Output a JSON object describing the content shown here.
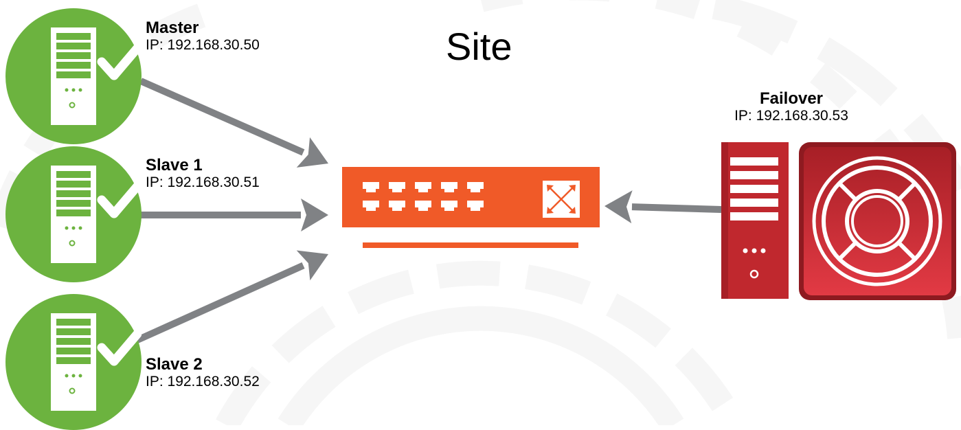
{
  "diagram": {
    "title": "Site",
    "colors": {
      "server_ok": "#6cb33f",
      "switch": "#f05a28",
      "failover": "#c0282e",
      "arrow": "#808285",
      "watermark": "#f6f6f6"
    },
    "nodes": [
      {
        "name": "Master",
        "ip": "IP: 192.168.30.50",
        "status": "ok",
        "icon": "server-check-icon"
      },
      {
        "name": "Slave 1",
        "ip": "IP: 192.168.30.51",
        "status": "ok",
        "icon": "server-check-icon"
      },
      {
        "name": "Slave 2",
        "ip": "IP: 192.168.30.52",
        "status": "ok",
        "icon": "server-check-icon"
      },
      {
        "name": "Failover",
        "ip": "IP: 192.168.30.53",
        "status": "standby",
        "icon": "lifebuoy-icon"
      }
    ],
    "switch": {
      "icon": "network-switch-icon",
      "ports": 10
    },
    "connections": [
      {
        "from": "Master",
        "to": "switch"
      },
      {
        "from": "Slave 1",
        "to": "switch"
      },
      {
        "from": "Slave 2",
        "to": "switch"
      },
      {
        "from": "Failover",
        "to": "switch"
      }
    ]
  }
}
